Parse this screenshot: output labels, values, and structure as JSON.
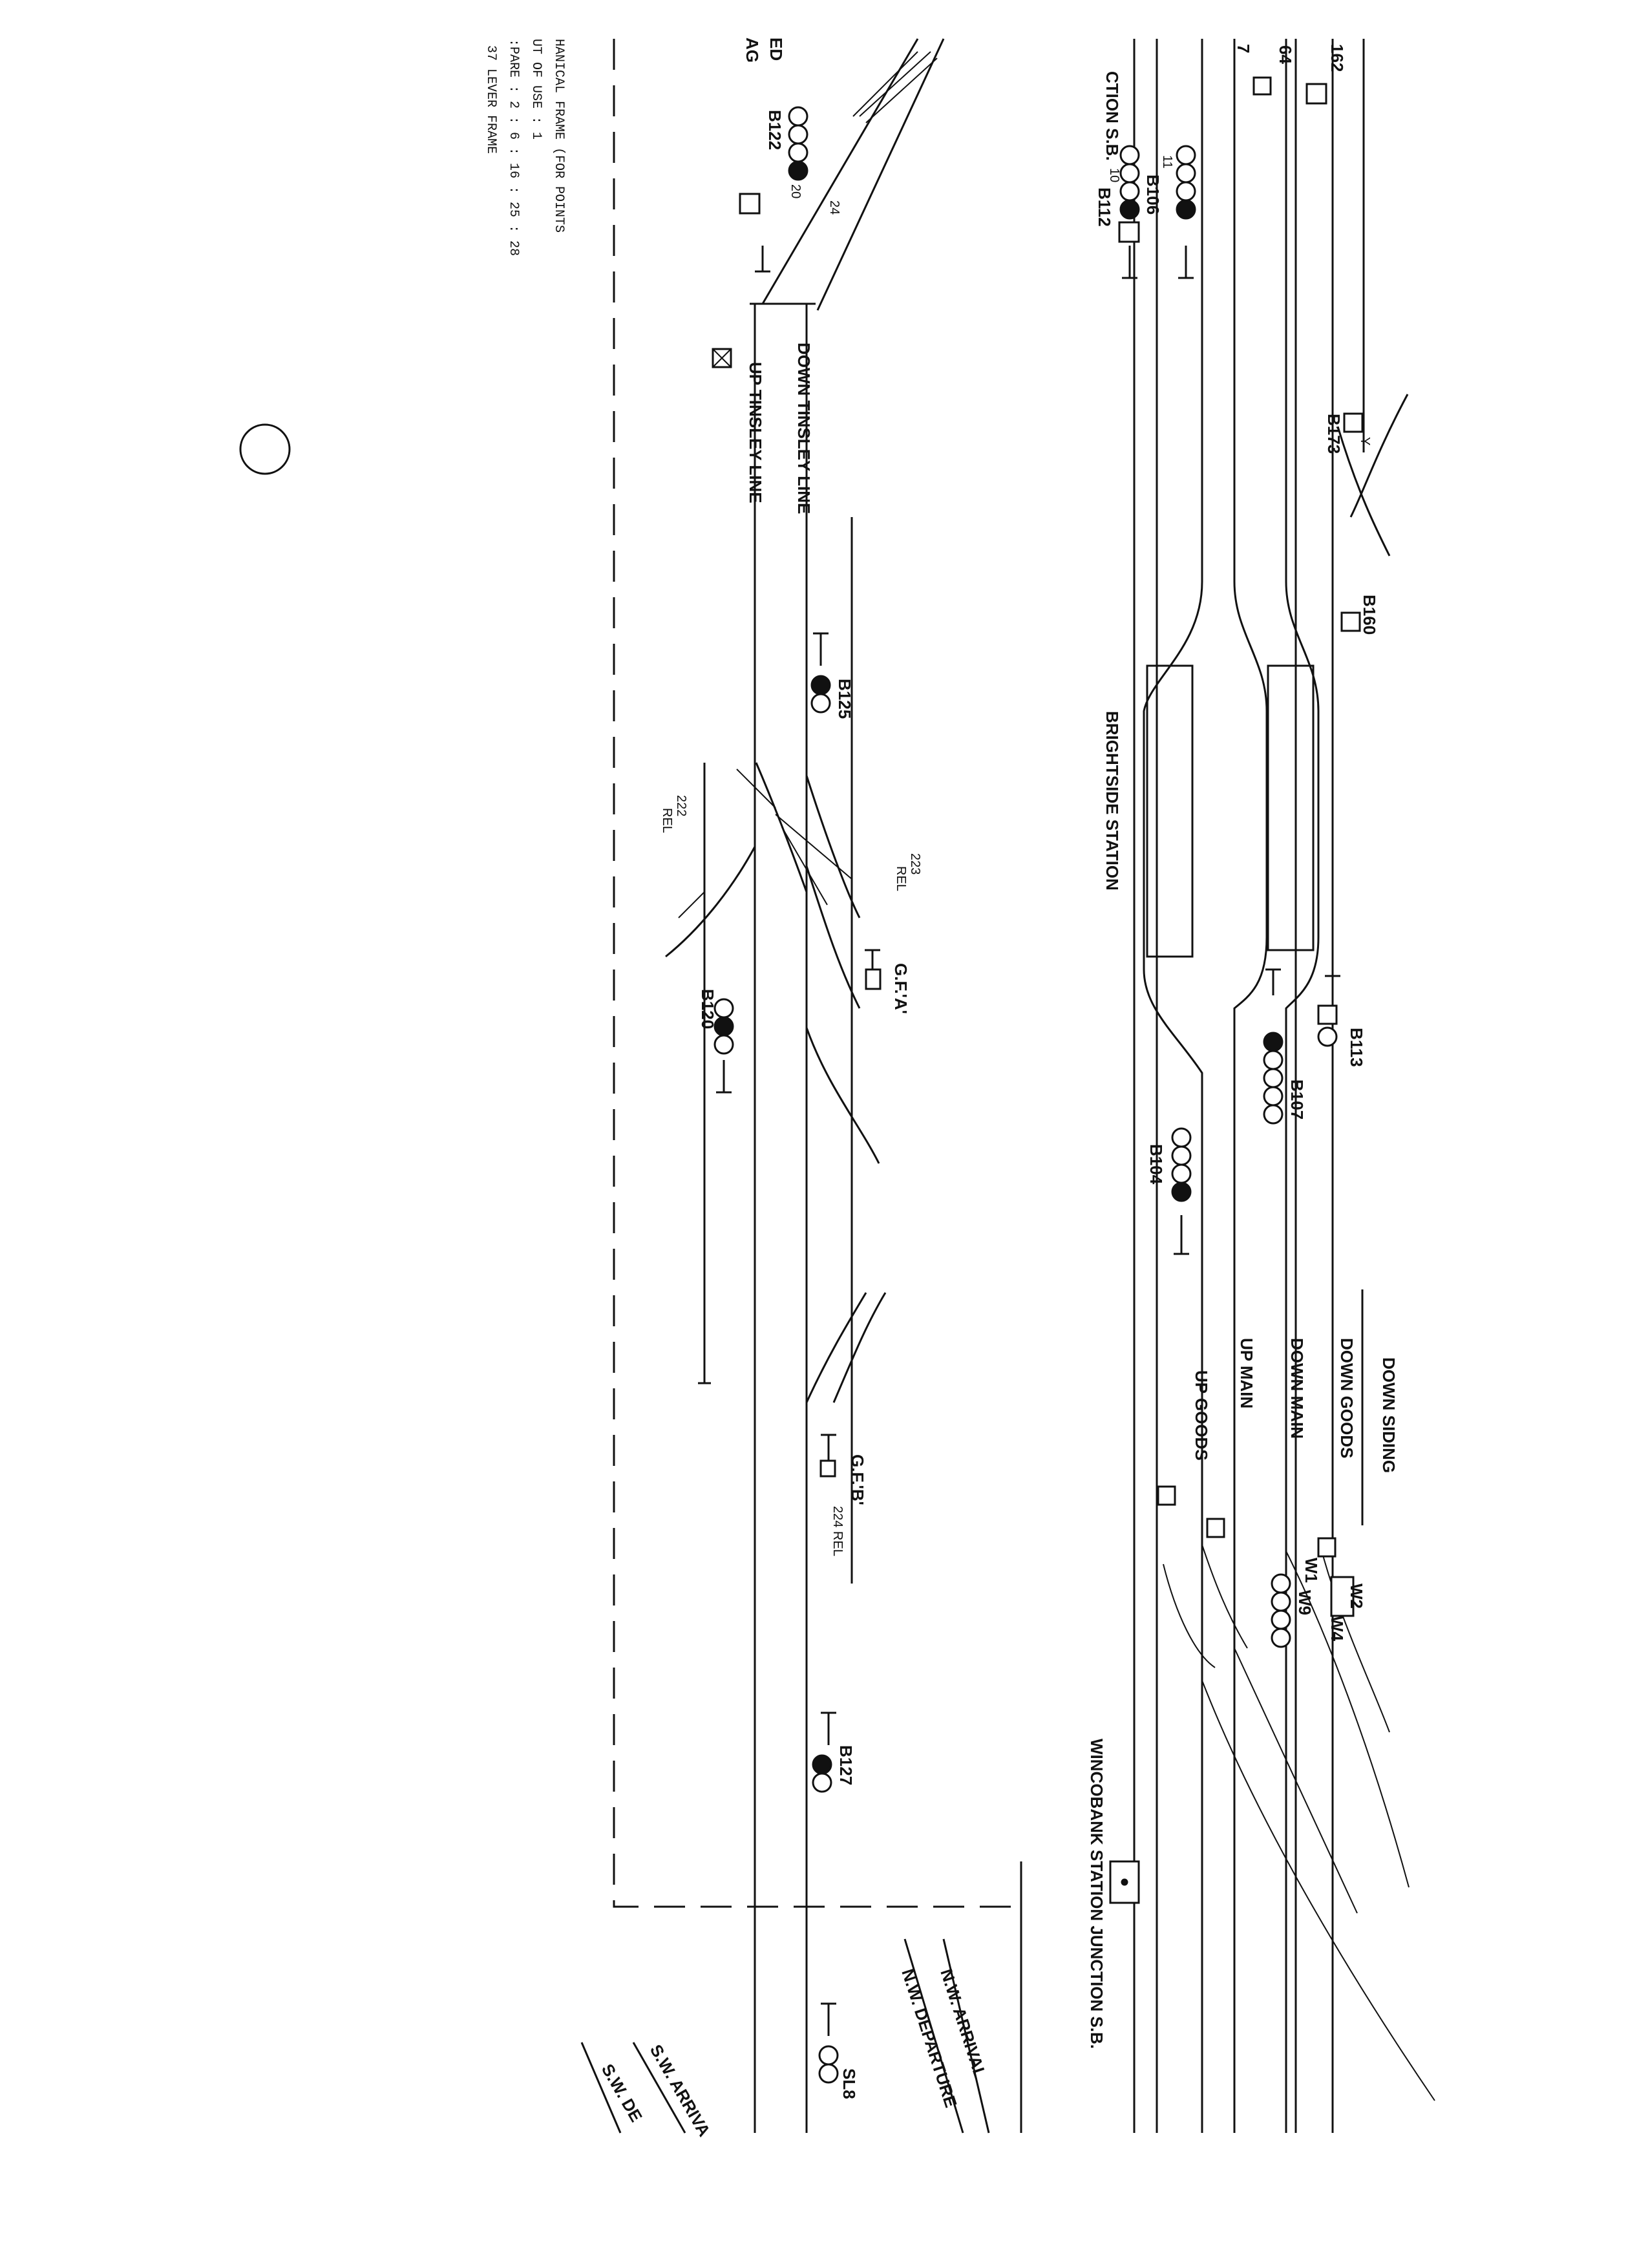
{
  "boxes": {
    "left_box": "CTION S.B.",
    "right_box": "WINCOBANK STATION JUNCTION S.B."
  },
  "stations": {
    "brightside": "BRIGHTSIDE STATION"
  },
  "lines": {
    "down_siding": "DOWN SIDING",
    "down_goods": "DOWN GOODS",
    "down_main": "DOWN MAIN",
    "up_main": "UP MAIN",
    "up_goods": "UP GOODS",
    "down_tinsley": "DOWN TINSLEY LINE",
    "up_tinsley": "UP TINSLEY LINE",
    "nw_arrival": "N.W. ARRIVAL",
    "nw_departure": "N.W. DEPARTURE",
    "sw_arrival": "S.W. ARRIVA",
    "sw_departure": "S.W. DE"
  },
  "signals": {
    "b162": "162",
    "b64": "64",
    "b7": "7",
    "b106": "B106",
    "b112": "B112",
    "b106_n11": "11",
    "b112_n10": "10",
    "b173": "B173",
    "b173_y": "Y",
    "b160": "B160",
    "b113": "B113",
    "b107": "B107",
    "b104": "B104",
    "w1": "W1",
    "w2": "W2",
    "w4": "W4",
    "w9": "W9",
    "b122": "B122",
    "b122_n20": "20",
    "b122_n24": "24",
    "b125": "B125",
    "b120": "B120",
    "b127": "B127",
    "sl8": "SL8",
    "ed": "ED",
    "ag": "AG"
  },
  "ground_frames": {
    "gf_a": "G.F.'A'",
    "gf_b": "G.F.'B'",
    "r223": "223",
    "r223_rel": "REL",
    "r222": "222",
    "r222_rel": "REL",
    "r224": "224 REL"
  },
  "notes": {
    "line1": "HANICAL FRAME (FOR POINTS",
    "line2": "UT OF USE : 1",
    "line3": ":PARE : 2 : 6 : 16 : 25 : 28",
    "line4": "37 LEVER FRAME"
  }
}
